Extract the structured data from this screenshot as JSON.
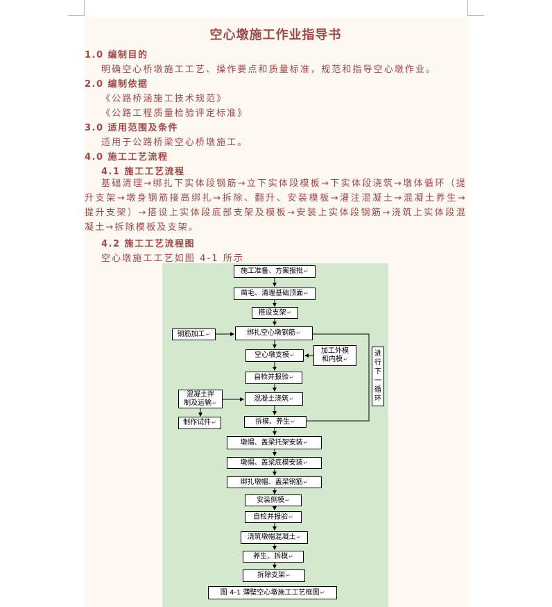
{
  "document": {
    "title": "空心墩施工作业指导书",
    "sections": [
      {
        "heading": "1.0 编制目的",
        "body": [
          "明确空心桥墩施工工艺、操作要点和质量标准，规范和指导空心墩作业。"
        ]
      },
      {
        "heading": "2.0 编制依据",
        "body": [
          "《公路桥涵施工技术规范》",
          "《公路工程质量检验评定标准》"
        ]
      },
      {
        "heading": "3.0 适用范围及条件",
        "body": [
          "适用于公路桥梁空心桥墩施工。"
        ]
      },
      {
        "heading": "4.0 施工工艺流程"
      }
    ],
    "sub1_heading": "4.1 施工工艺流程",
    "sub1_paragraph": "基础清理→绑扎下实体段钢筋→立下实体段模板→下实体段浇筑→墩体循环（提升支架→墩身钢筋接高绑扎→拆除、翻升、安装模板→灌注混凝土→混凝土养生→提升支架）→搭设上实体段底部支架及模板→安装上实体段钢筋→浇筑上实体段混凝土→拆除模板及支架。",
    "sub2_heading": "4.2 施工工艺流程图",
    "sub2_body": "空心墩施工工艺如图 4-1 所示"
  },
  "flowchart": {
    "main_steps": [
      "施工准备、方案报批",
      "凿毛、清理基础顶面",
      "搭设支架",
      "绑扎空心墩钢筋",
      "空心墩支模",
      "自检并报验",
      "混凝土浇筑",
      "拆模、养生",
      "墩帽、盖梁托架安装",
      "墩帽、盖梁底模安装",
      "绑扎墩帽、盖梁钢筋",
      "安装侧模",
      "自检并报验",
      "浇筑墩帽混凝土",
      "养生、拆模",
      "拆除支架"
    ],
    "side": {
      "rebar": "钢筋加工",
      "formwork": [
        "加工外模",
        "和内模"
      ],
      "concrete": [
        "混凝土拌",
        "制及运输"
      ],
      "specimen": "制作试件",
      "loop": "进行下一循环"
    },
    "caption": "图 4-1  薄壁空心墩施工工艺框图",
    "paragraph_mark": "↵",
    "colors": {
      "background": "#d3e8cf",
      "heading": "#9b4a4a"
    }
  }
}
